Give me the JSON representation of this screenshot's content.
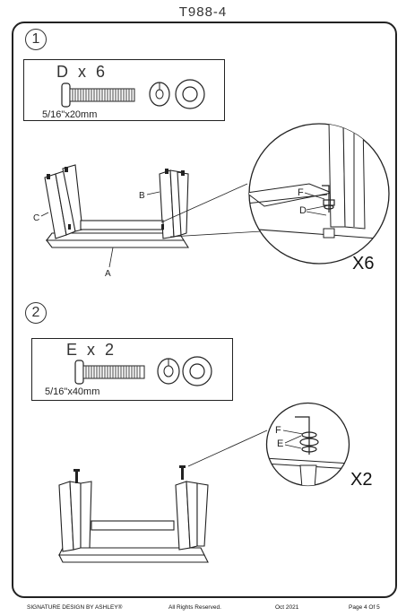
{
  "header": {
    "model": "T988-4"
  },
  "step1": {
    "number": "1",
    "part": {
      "letter": "D",
      "times": "x",
      "count": "6",
      "size": "5/16\"x20mm"
    },
    "labels": {
      "a": "A",
      "b": "B",
      "c": "C"
    },
    "detail": {
      "f": "F",
      "d": "D",
      "multiplier": "X6"
    }
  },
  "step2": {
    "number": "2",
    "part": {
      "letter": "E",
      "times": "x",
      "count": "2",
      "size": "5/16\"x40mm"
    },
    "detail": {
      "f": "F",
      "e": "E",
      "multiplier": "X2"
    }
  },
  "footer": {
    "brand": "SIGNATURE DESIGN BY ASHLEY®",
    "rights": "All Rights Reserved.",
    "date": "Oct 2021",
    "page": "Page 4 Of 5"
  }
}
